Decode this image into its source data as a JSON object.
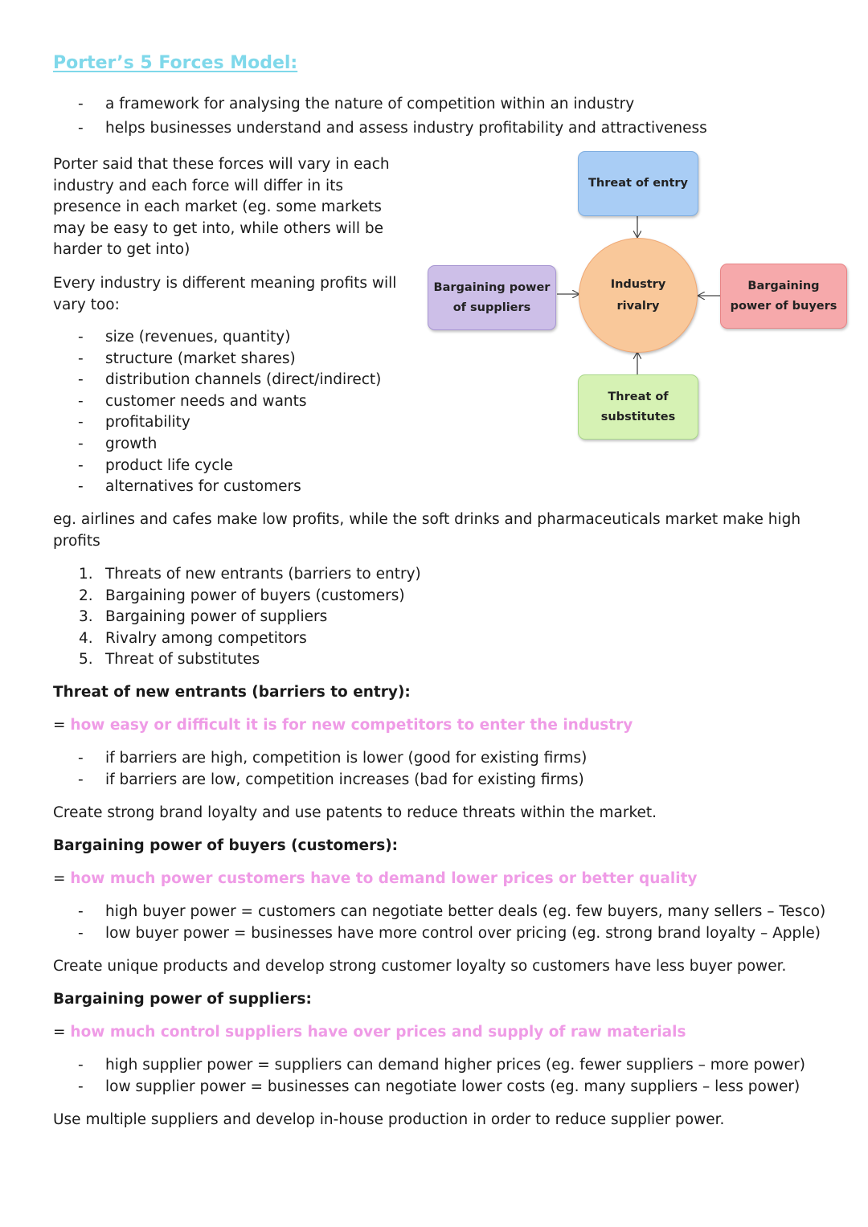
{
  "title": "Porter’s 5 Forces Model:",
  "intro_bullets": [
    "a framework for analysing the nature of competition within an industry",
    "helps businesses understand and assess industry profitability and attractiveness"
  ],
  "para1_lines": [
    "Porter said that these forces will vary in each",
    "industry and each force will differ in its",
    "presence in each market (eg. some markets",
    "may be easy to get into, while others will be",
    "harder to get into)"
  ],
  "para2_lines": [
    "Every industry is different meaning profits will",
    "vary too:"
  ],
  "vary_bullets": [
    "size (revenues, quantity)",
    "structure (market shares)",
    "distribution channels (direct/indirect)",
    "customer needs and wants",
    "profitability",
    "growth",
    "product life cycle",
    "alternatives for customers"
  ],
  "example_lines": [
    "eg. airlines and cafes make low profits, while the soft drinks and pharmaceuticals market make high",
    "profits"
  ],
  "forces_list": [
    {
      "num": "1.",
      "text": "Threats of new entrants (barriers to entry)"
    },
    {
      "num": "2.",
      "text": "Bargaining power of buyers (customers)"
    },
    {
      "num": "3.",
      "text": "Bargaining power of suppliers"
    },
    {
      "num": "4.",
      "text": "Rivalry among competitors"
    },
    {
      "num": "5.",
      "text": "Threat of substitutes"
    }
  ],
  "diagram": {
    "top": "Threat of entry",
    "left_l1": "Bargaining power",
    "left_l2": "of suppliers",
    "center_l1": "Industry",
    "center_l2": "rivalry",
    "right_l1": "Bargaining",
    "right_l2": "power of buyers",
    "bottom_l1": "Threat of",
    "bottom_l2": "substitutes",
    "colors": {
      "top": "#a9cdf5",
      "left": "#cdbfe8",
      "center": "#f9c89a",
      "right": "#f6a9ab",
      "bottom": "#d6f2b4"
    }
  },
  "sections": [
    {
      "heading": "Threat of new entrants (barriers to entry):",
      "eq": "=",
      "definition": "how easy or difficult it is for new competitors to enter the industry",
      "bullets": [
        "if barriers are high, competition is lower (good for existing firms)",
        "if barriers are low, competition increases (bad for existing firms)"
      ],
      "advice": "Create strong brand loyalty and use patents to reduce threats within the market."
    },
    {
      "heading": "Bargaining power of buyers (customers):",
      "eq": "=",
      "definition": "how much power customers have to demand lower prices or better quality",
      "bullets": [
        "high buyer power = customers can negotiate better deals (eg. few buyers, many sellers – Tesco)",
        "low buyer power = businesses have more control over pricing (eg. strong brand loyalty – Apple)"
      ],
      "advice": "Create unique products and develop strong customer loyalty so customers have less buyer power."
    },
    {
      "heading": "Bargaining power of suppliers:",
      "eq": "=",
      "definition": "how much control suppliers have over prices and supply of raw materials",
      "bullets": [
        "high supplier power = suppliers can demand higher prices (eg. fewer suppliers – more power)",
        "low supplier power = businesses can negotiate lower costs (eg. many suppliers – less power)"
      ],
      "advice": "Use multiple suppliers and develop in-house production in order to reduce supplier power."
    }
  ],
  "bullet_char": "-"
}
